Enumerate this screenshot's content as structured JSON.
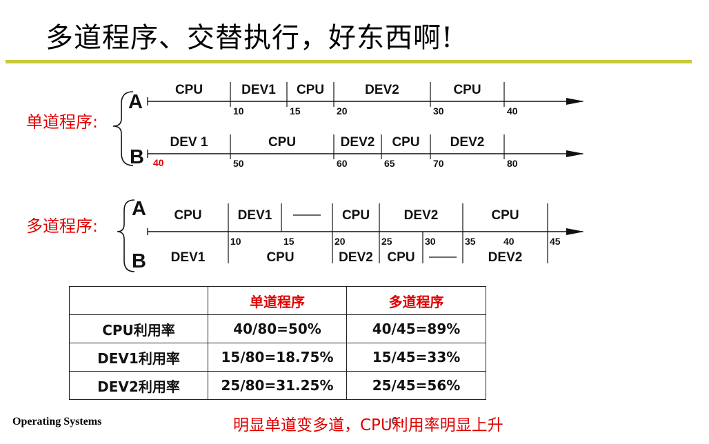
{
  "title": "多道程序、交替执行，好东西啊!",
  "colors": {
    "accent_red": "#e00000",
    "rule": "#c8c83c",
    "line": "#111111"
  },
  "single": {
    "label": "单道程序:",
    "row_a": {
      "name": "A",
      "segments": [
        {
          "label": "CPU",
          "from": 0,
          "to": 10
        },
        {
          "label": "DEV1",
          "from": 10,
          "to": 15
        },
        {
          "label": "CPU",
          "from": 15,
          "to": 20
        },
        {
          "label": "DEV2",
          "from": 20,
          "to": 30
        },
        {
          "label": "CPU",
          "from": 30,
          "to": 40
        }
      ],
      "ticks": [
        "10",
        "15",
        "20",
        "30",
        "40"
      ]
    },
    "row_b": {
      "name": "B",
      "start_tick": "40",
      "segments": [
        {
          "label": "DEV 1",
          "from": 40,
          "to": 50
        },
        {
          "label": "CPU",
          "from": 50,
          "to": 60
        },
        {
          "label": "DEV2",
          "from": 60,
          "to": 65
        },
        {
          "label": "CPU",
          "from": 65,
          "to": 70
        },
        {
          "label": "DEV2",
          "from": 70,
          "to": 80
        }
      ],
      "ticks": [
        "50",
        "60",
        "65",
        "70",
        "80"
      ]
    }
  },
  "multi": {
    "label": "多道程序:",
    "row_a_name": "A",
    "row_b_name": "B",
    "ticks": [
      "10",
      "15",
      "20",
      "25",
      "30",
      "35",
      "40",
      "45"
    ],
    "row_a_segments": [
      {
        "label": "CPU",
        "from": 0,
        "to": 10
      },
      {
        "label": "DEV1",
        "from": 10,
        "to": 15
      },
      {
        "label": "",
        "from": 15,
        "to": 20,
        "idle": true
      },
      {
        "label": "CPU",
        "from": 20,
        "to": 25
      },
      {
        "label": "DEV2",
        "from": 25,
        "to": 35
      },
      {
        "label": "CPU",
        "from": 35,
        "to": 45
      }
    ],
    "row_b_segments": [
      {
        "label": "DEV1",
        "from": 0,
        "to": 10
      },
      {
        "label": "CPU",
        "from": 10,
        "to": 20
      },
      {
        "label": "DEV2",
        "from": 20,
        "to": 25
      },
      {
        "label": "CPU",
        "from": 25,
        "to": 30
      },
      {
        "label": "",
        "from": 30,
        "to": 35,
        "idle": true
      },
      {
        "label": "DEV2",
        "from": 35,
        "to": 45
      }
    ]
  },
  "table": {
    "headers": [
      "",
      "单道程序",
      "多道程序"
    ],
    "rows": [
      [
        "CPU利用率",
        "40/80=50%",
        "40/45=89%"
      ],
      [
        "DEV1利用率",
        "15/80=18.75%",
        "15/45=33%"
      ],
      [
        "DEV2利用率",
        "25/80=31.25%",
        "25/45=56%"
      ]
    ]
  },
  "footer": {
    "left": "Operating Systems",
    "page": "- 6 -",
    "note": "明显单道变多道，CPU利用率明显上升"
  }
}
